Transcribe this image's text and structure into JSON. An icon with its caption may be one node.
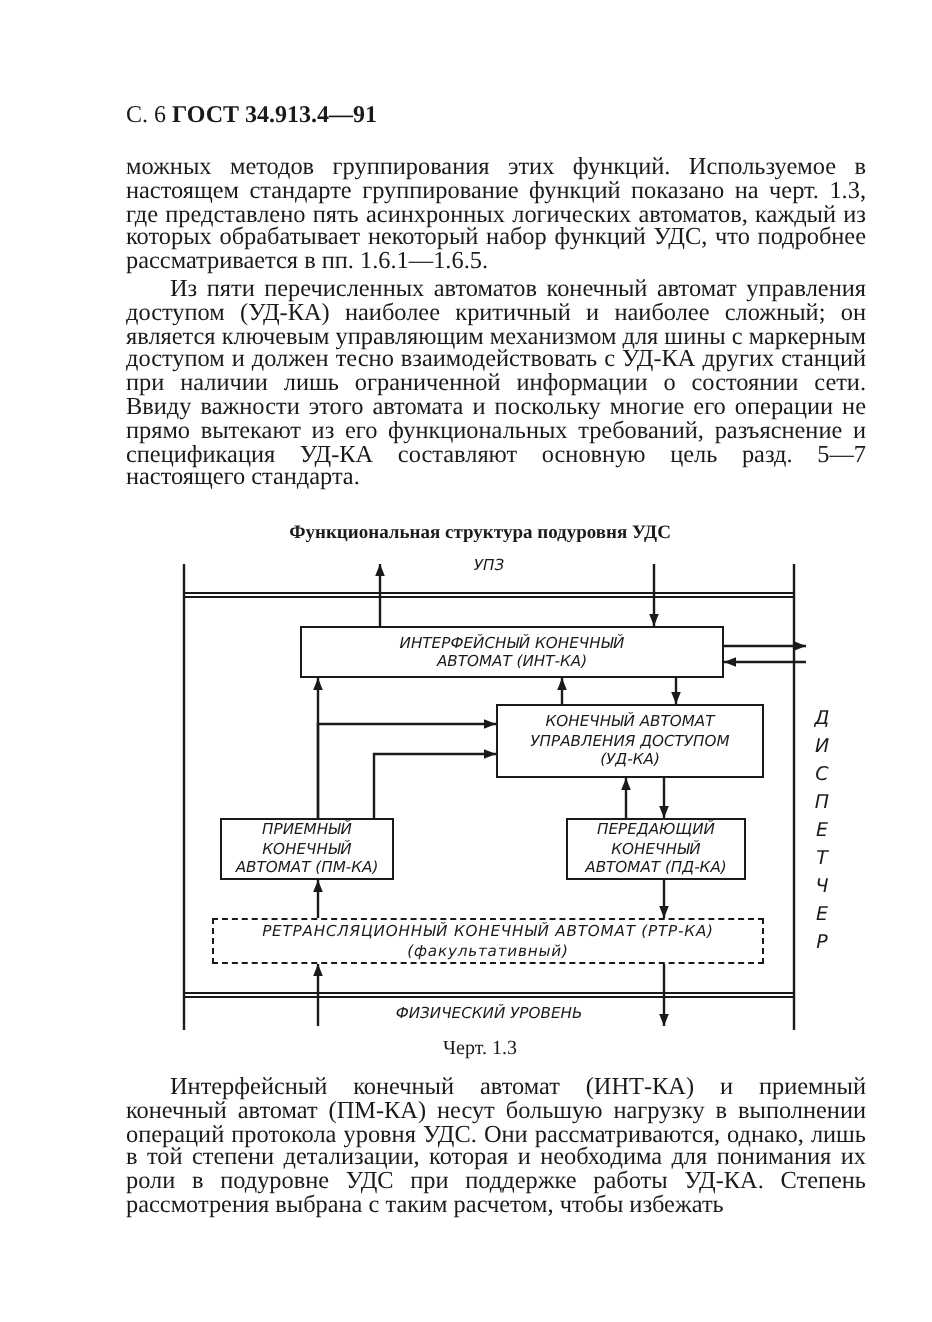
{
  "diagram": {
    "title": "Функциональная структура подуровня УДС",
    "caption": "Черт. 1.3",
    "nodes": [
      {
        "text": [
          "УПЗ"
        ]
      },
      {
        "text": [
          "ИНТЕРФЕЙСНЫЙ КОНЕЧНЫЙ АВТОМАТ (ИНТ-КА)"
        ]
      },
      {
        "text": [
          "КОНЕЧНЫЙ АВТОМАТ УПРАВЛЕНИЯ ДОСТУПОМ (УД-КА)"
        ]
      },
      {
        "text": [
          "ПРИЕМНЫЙ КОНЕЧНЫЙ АВТОМАТ (ПМ-КА)"
        ]
      },
      {
        "text": [
          "ПЕРЕДАЮЩИЙ КОНЕЧНЫЙ АВТОМАТ (ПД-КА)"
        ]
      },
      {
        "text": [
          "РЕТРАНСЛЯЦИОННЫЙ КОНЕЧНЫЙ АВТОМАТ (РТР-КА)",
          "(факультативный)"
        ]
      },
      {
        "text": [
          "ФИЗИЧЕСКИЙ УРОВЕНЬ"
        ]
      },
      {
        "text": [
          "ДИСПЕТЧЕР"
        ]
      }
    ],
    "edges": [
      {
        "from": 1,
        "to": 0,
        "arrow": "to"
      },
      {
        "from": 0,
        "to": 1,
        "arrow": "to"
      },
      {
        "from": 1,
        "to": 7,
        "arrow": "to"
      },
      {
        "from": 7,
        "to": 1,
        "arrow": "to"
      },
      {
        "from": 2,
        "to": 1,
        "arrow": "to"
      },
      {
        "from": 1,
        "to": 2,
        "arrow": "to"
      },
      {
        "from": 3,
        "to": 1,
        "arrow": "to"
      },
      {
        "from": 3,
        "to": 2,
        "arrow": "to"
      },
      {
        "from": 3,
        "to": 2,
        "arrow": "to"
      },
      {
        "from": 4,
        "to": 2,
        "arrow": "to"
      },
      {
        "from": 2,
        "to": 4,
        "arrow": "to"
      },
      {
        "from": 5,
        "to": 3,
        "arrow": "to"
      },
      {
        "from": 4,
        "to": 5,
        "arrow": "to"
      },
      {
        "from": 6,
        "to": 5,
        "arrow": "to"
      },
      {
        "from": 5,
        "to": 6,
        "arrow": "to"
      }
    ],
    "labels": [
      "С. 6 **ГОСТ 34.913.4—91**",
      "можных методов группирования этих функций. Используемое в настоящем стандарте группирование функций показано на черт. 1.3, где представлено пять асинхронных логических автоматов, каждый из которых обрабатывает некоторый набор функций УДС, что подробнее рассматривается в пп. 1.6.1—1.6.5.",
      "Из пяти перечисленных автоматов конечный автомат управления доступом (УД-КА) наиболее критичный и наиболее сложный; он является ключевым управляющим механизмом для шины с маркерным доступом и должен тесно взаимодействовать с УД-КА других станций при наличии лишь ограниченной информации о состоянии сети. Ввиду важности этого автомата и поскольку многие его операции не прямо вытекают из его функциональных требований, разъяснение и спецификация УД-КА составляют основную цель разд. 5—7 настоящего стандарта.",
      "Интерфейсный конечный автомат (ИНТ-КА) и приемный конечный автомат (ПМ-КА) несут большую нагрузку в выполнении операций протокола уровня УДС. Они рассматриваются, однако, лишь в той степени детализации, которая и необходима для понимания их роли в подуровне УДС при поддержке работы УД-КА. Степень рассмотрения выбрана с таким расчетом, чтобы избежать"
    ]
  }
}
